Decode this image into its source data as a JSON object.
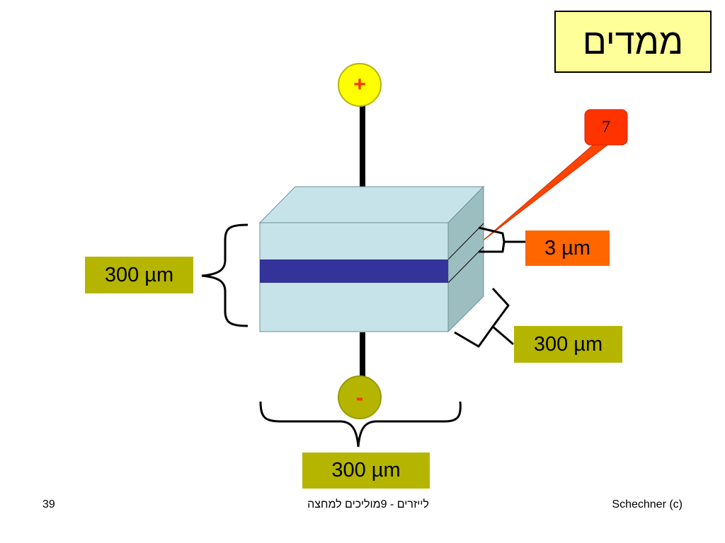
{
  "title": "ממדים",
  "callout": {
    "text": "7"
  },
  "electrodes": {
    "positive": "+",
    "negative": "-"
  },
  "dimension_labels": {
    "height": "300 µm",
    "depth": "300 µm",
    "width": "300 µm",
    "active_layer": "3 µm"
  },
  "footer": {
    "page_number": "39",
    "center_text": "לייזרים  - 9מוליכים למחצה",
    "credit": "Schechner (c)"
  },
  "colors": {
    "title_bg": "#ffff99",
    "label_bg": "#b5b500",
    "active_label_bg": "#ff6600",
    "callout_bg": "#ff3300",
    "electrode_fill": "#ffff00",
    "cube_front": "#c5e3e8",
    "cube_side": "#9dbec0",
    "active_layer": "#333399"
  }
}
